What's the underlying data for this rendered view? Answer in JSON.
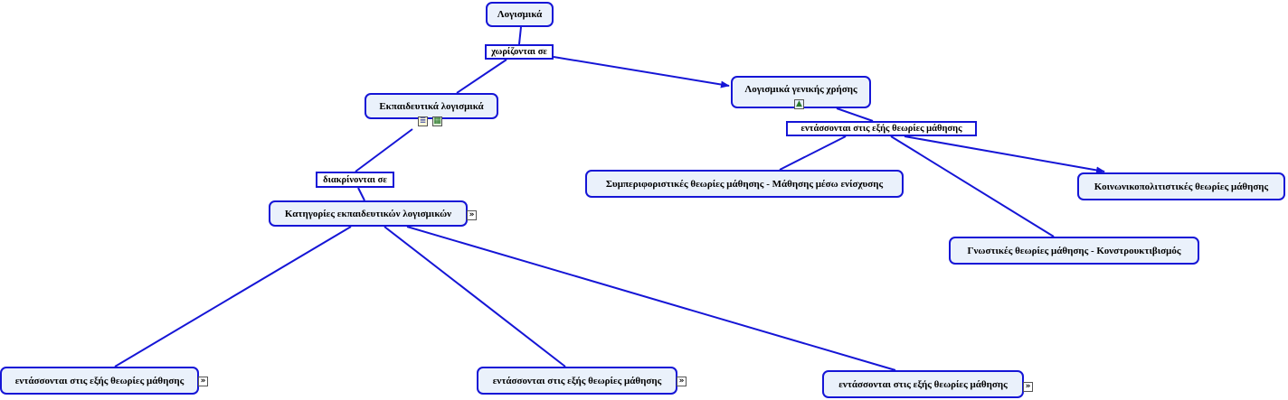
{
  "colors": {
    "link": "#1515d6",
    "node_fill": "#eaf1fb",
    "node_border": "#1515d6"
  },
  "concepts": {
    "root": "Λογισμικά",
    "educational_software": "Εκπαιδευτικά λογισμικά",
    "general_software": "Λογισμικά γενικής χρήσης",
    "categories": "Κατηγορίες εκπαιδευτικών λογισμικών",
    "behaviorist": "Συμπεριφοριστικές θεωρίες μάθησης - Μάθησης μέσω ενίσχυσης",
    "sociocultural": "Κοινωνικοπολιτιστικές θεωρίες μάθησης",
    "cognitive": "Γνωστικές θεωρίες μάθησης - Κονστρουκτιβισμός",
    "theories_1": "εντάσσονται στις εξής θεωρίες μάθησης",
    "theories_2": "εντάσσονται στις εξής θεωρίες μάθησης",
    "theories_3": "εντάσσονται στις εξής θεωρίες μάθησης"
  },
  "link_phrases": {
    "divided_into": "χωρίζονται σε",
    "distinguished_into": "διακρίνονται σε",
    "belong_to_theories": "εντάσσονται στις εξής θεωρίες μάθησης"
  },
  "icons": {
    "educational_resources": [
      "document-icon",
      "film-icon"
    ],
    "general_resources": [
      "image-icon"
    ],
    "expand": "double-chevron-right-icon"
  }
}
